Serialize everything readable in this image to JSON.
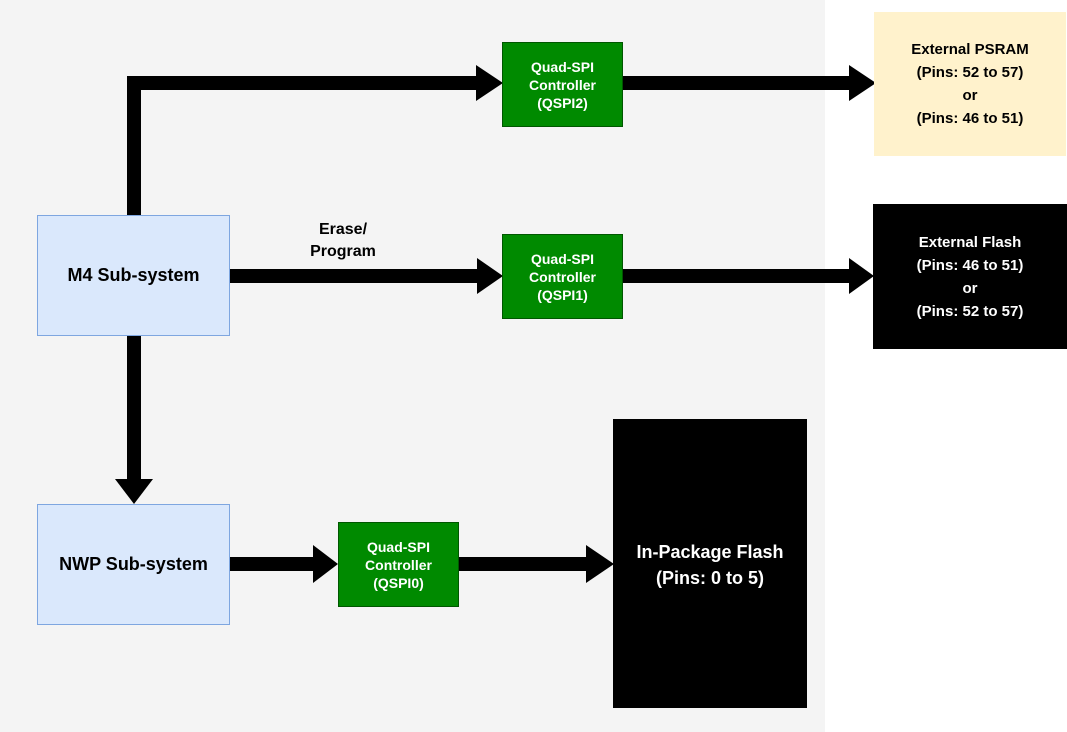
{
  "colors": {
    "background": "#f4f4f4",
    "subsystem_fill": "#dae8fc",
    "subsystem_border": "#7ea6e0",
    "qspi_fill": "#008a00",
    "psram_fill": "#fff2cc",
    "flash_fill": "#000000",
    "arrow": "#000000"
  },
  "m4": {
    "label": "M4 Sub-system"
  },
  "nwp": {
    "label": "NWP Sub-system"
  },
  "qspi2": {
    "line1": "Quad-SPI",
    "line2": "Controller",
    "line3": "(QSPI2)"
  },
  "qspi1": {
    "line1": "Quad-SPI",
    "line2": "Controller",
    "line3": "(QSPI1)"
  },
  "qspi0": {
    "line1": "Quad-SPI",
    "line2": "Controller",
    "line3": "(QSPI0)"
  },
  "psram": {
    "line1": "External PSRAM",
    "line2": "(Pins: 52 to 57)",
    "line3": "or",
    "line4": "(Pins: 46 to 51)"
  },
  "ext_flash": {
    "line1": "External Flash",
    "line2": "(Pins: 46 to 51)",
    "line3": "or",
    "line4": "(Pins: 52 to 57)"
  },
  "in_package_flash": {
    "line1": "In-Package Flash",
    "line2": "(Pins: 0 to 5)"
  },
  "edge_label": {
    "line1": "Erase/",
    "line2": "Program"
  }
}
